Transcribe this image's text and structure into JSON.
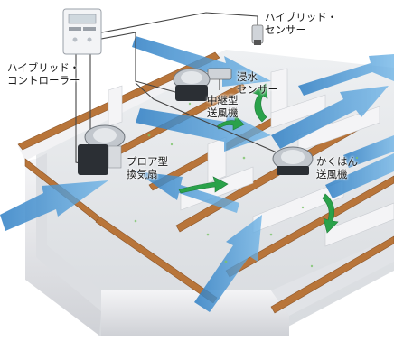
{
  "labels": {
    "hybrid_sensor": [
      "ハイブリッド・",
      "センサー"
    ],
    "hybrid_controller": [
      "ハイブリッド・",
      "コントローラー"
    ],
    "flood_sensor": [
      "浸水",
      "センサー"
    ],
    "relay_fan": [
      "中継型",
      "送風機"
    ],
    "floor_fan": [
      "プロア型",
      "換気扇"
    ],
    "stir_fan": [
      "かくはん",
      "送風機"
    ]
  },
  "colors": {
    "airflow": "#3f8fd0",
    "circulation": "#2aa24a",
    "joist": "#b8753a",
    "foundation": "#e9e9ec",
    "floor": "#dfe2e6",
    "wire": "#444444"
  },
  "icons": [
    "controller-panel",
    "sensor-device",
    "fan-unit"
  ]
}
